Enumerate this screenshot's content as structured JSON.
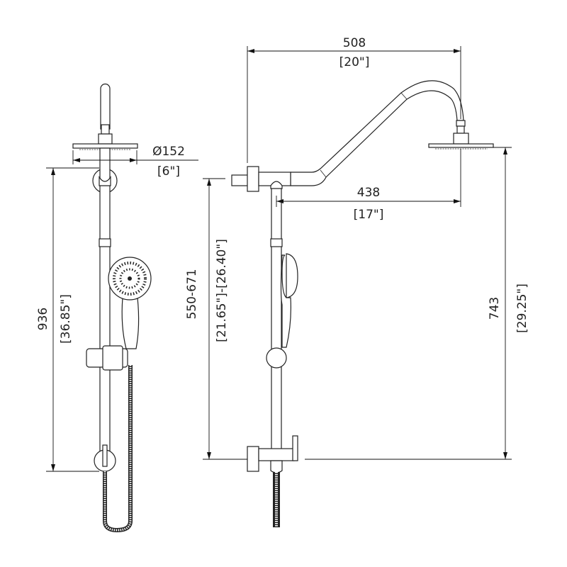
{
  "title": "Shower rail set dimension drawing",
  "dimensions": {
    "arm_width": {
      "mm": "508",
      "in": "[20\"]"
    },
    "head_diameter": {
      "mm": "Ø152",
      "in": "[6\"]"
    },
    "arm_projection": {
      "mm": "438",
      "in": "[17\"]"
    },
    "overall_height": {
      "mm": "936",
      "in": "[36.85\"]"
    },
    "rail_adjust": {
      "mm": "550-671",
      "in": "[21.65\"]-[26.40\"]"
    },
    "head_height": {
      "mm": "743",
      "in": "[29.25\"]"
    }
  },
  "colors": {
    "line": "#222222",
    "background": "#ffffff"
  }
}
